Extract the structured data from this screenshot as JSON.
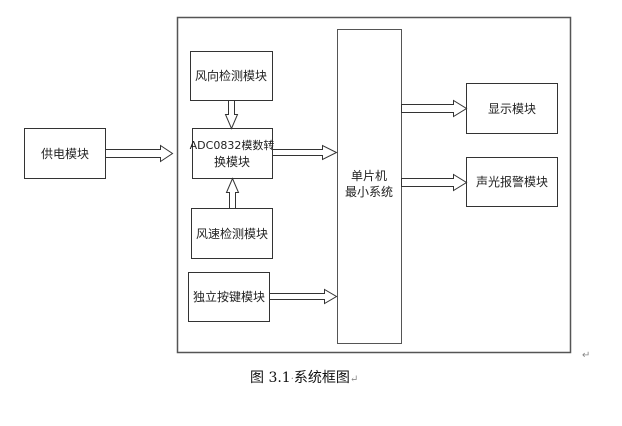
{
  "diagram": {
    "type": "block-diagram",
    "nodes": {
      "power": {
        "label": "供电模块"
      },
      "wind_dir": {
        "label": "风向检测模块"
      },
      "adc": {
        "label_lines": [
          "ADC0832模数转",
          "换模块"
        ]
      },
      "wind_speed": {
        "label": "风速检测模块"
      },
      "keys": {
        "label": "独立按键模块"
      },
      "mcu": {
        "label_lines": [
          "单片机",
          "最小系统"
        ]
      },
      "display": {
        "label": "显示模块"
      },
      "alarm": {
        "label": "声光报警模块"
      }
    },
    "edges": [
      {
        "from": "power",
        "to": "system-frame"
      },
      {
        "from": "wind_dir",
        "to": "adc"
      },
      {
        "from": "wind_speed",
        "to": "adc"
      },
      {
        "from": "adc",
        "to": "mcu"
      },
      {
        "from": "keys",
        "to": "mcu"
      },
      {
        "from": "mcu",
        "to": "display"
      },
      {
        "from": "mcu",
        "to": "alarm"
      }
    ]
  },
  "caption": {
    "prefix": "图 3.1",
    "sep": "·",
    "title": "系统框图",
    "return_mark": "↵"
  },
  "paragraph_mark": "↵"
}
